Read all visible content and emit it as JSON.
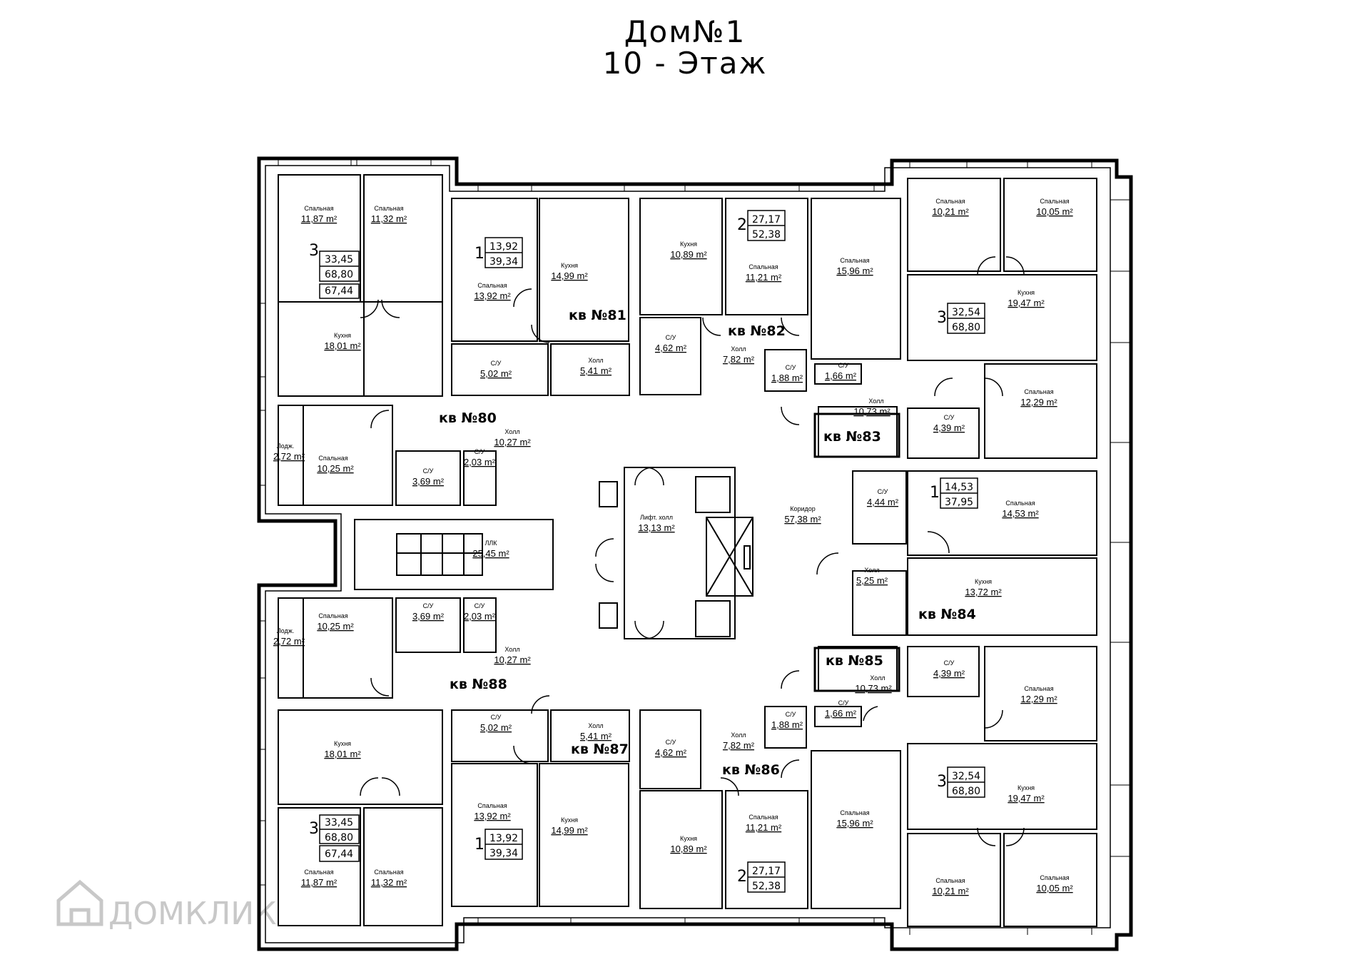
{
  "header": {
    "building": "Дом№1",
    "floor": "10 - Этаж"
  },
  "watermark": "ДОМКЛИК",
  "rooms": {
    "r80a": {
      "name": "Спальная",
      "area": "11,87 m²"
    },
    "r80b": {
      "name": "Спальная",
      "area": "11,32 m²"
    },
    "r80c": {
      "name": "Кухня",
      "area": "18,01 m²"
    },
    "r80d": {
      "name": "Лодж.",
      "area": "2,72 m²"
    },
    "r80e": {
      "name": "Спальная",
      "area": "10,25 m²"
    },
    "r80f": {
      "name": "С/У",
      "area": "3,69 m²"
    },
    "r80g": {
      "name": "С/У",
      "area": "2,03 m²"
    },
    "r80h": {
      "name": "Холл",
      "area": "10,27 m²"
    },
    "r81a": {
      "name": "Спальная",
      "area": "13,92 m²"
    },
    "r81b": {
      "name": "Кухня",
      "area": "14,99 m²"
    },
    "r81c": {
      "name": "С/У",
      "area": "5,02 m²"
    },
    "r81d": {
      "name": "Холл",
      "area": "5,41 m²"
    },
    "r82a": {
      "name": "Кухня",
      "area": "10,89 m²"
    },
    "r82b": {
      "name": "Спальная",
      "area": "11,21 m²"
    },
    "r82c": {
      "name": "Спальная",
      "area": "15,96 m²"
    },
    "r82d": {
      "name": "С/У",
      "area": "4,62 m²"
    },
    "r82e": {
      "name": "Холл",
      "area": "7,82 m²"
    },
    "r82f": {
      "name": "С/У",
      "area": "1,88 m²"
    },
    "r83a": {
      "name": "Спальная",
      "area": "10,21 m²"
    },
    "r83b": {
      "name": "Спальная",
      "area": "10,05 m²"
    },
    "r83c": {
      "name": "Кухня",
      "area": "19,47 m²"
    },
    "r83d": {
      "name": "С/У",
      "area": "1,66 m²"
    },
    "r83e": {
      "name": "Холл",
      "area": "10,73 m²"
    },
    "r83f": {
      "name": "С/У",
      "area": "4,39 m²"
    },
    "r83g": {
      "name": "Спальная",
      "area": "12,29 m²"
    },
    "r84a": {
      "name": "С/У",
      "area": "4,44 m²"
    },
    "r84b": {
      "name": "Спальная",
      "area": "14,53 m²"
    },
    "r84c": {
      "name": "Холл",
      "area": "5,25 m²"
    },
    "r84d": {
      "name": "Кухня",
      "area": "13,72 m²"
    },
    "r85a": {
      "name": "Холл",
      "area": "10,73 m²"
    },
    "r85b": {
      "name": "С/У",
      "area": "1,66 m²"
    },
    "r85c": {
      "name": "С/У",
      "area": "4,39 m²"
    },
    "r85d": {
      "name": "Спальная",
      "area": "12,29 m²"
    },
    "r85e": {
      "name": "Кухня",
      "area": "19,47 m²"
    },
    "r85f": {
      "name": "Спальная",
      "area": "10,21 m²"
    },
    "r85g": {
      "name": "Спальная",
      "area": "10,05 m²"
    },
    "r86a": {
      "name": "С/У",
      "area": "4,62 m²"
    },
    "r86b": {
      "name": "Холл",
      "area": "7,82 m²"
    },
    "r86c": {
      "name": "С/У",
      "area": "1,88 m²"
    },
    "r86d": {
      "name": "Кухня",
      "area": "10,89 m²"
    },
    "r86e": {
      "name": "Спальная",
      "area": "11,21 m²"
    },
    "r86f": {
      "name": "Спальная",
      "area": "15,96 m²"
    },
    "r87a": {
      "name": "С/У",
      "area": "5,02 m²"
    },
    "r87b": {
      "name": "Холл",
      "area": "5,41 m²"
    },
    "r87c": {
      "name": "Спальная",
      "area": "13,92 m²"
    },
    "r87d": {
      "name": "Кухня",
      "area": "14,99 m²"
    },
    "r88a": {
      "name": "Лодж.",
      "area": "2,72 m²"
    },
    "r88b": {
      "name": "Спальная",
      "area": "10,25 m²"
    },
    "r88c": {
      "name": "С/У",
      "area": "3,69 m²"
    },
    "r88d": {
      "name": "С/У",
      "area": "2,03 m²"
    },
    "r88e": {
      "name": "Холл",
      "area": "10,27 m²"
    },
    "r88f": {
      "name": "Кухня",
      "area": "18,01 m²"
    },
    "r88g": {
      "name": "Спальная",
      "area": "11,87 m²"
    },
    "r88h": {
      "name": "Спальная",
      "area": "11,32 m²"
    },
    "lift": {
      "name": "Лифт. холл",
      "area": "13,13 m²"
    },
    "llk": {
      "name": "ЛЛК",
      "area": "25,45 m²"
    },
    "corr": {
      "name": "Коридор",
      "area": "57,38 m²"
    }
  },
  "apartments": {
    "a80": "кв №80",
    "a81": "кв №81",
    "a82": "кв №82",
    "a83": "кв №83",
    "a84": "кв №84",
    "a85": "кв №85",
    "a86": "кв №86",
    "a87": "кв №87",
    "a88": "кв №88"
  },
  "summaries": {
    "s80": {
      "rooms": "3",
      "living": "33,45",
      "total": "68,80",
      "reduced": "67,44"
    },
    "s81": {
      "rooms": "1",
      "living": "13,92",
      "total": "39,34"
    },
    "s82": {
      "rooms": "2",
      "living": "27,17",
      "total": "52,38"
    },
    "s83": {
      "rooms": "3",
      "living": "32,54",
      "total": "68,80"
    },
    "s84": {
      "rooms": "1",
      "living": "14,53",
      "total": "37,95"
    },
    "s85": {
      "rooms": "3",
      "living": "32,54",
      "total": "68,80"
    },
    "s86": {
      "rooms": "2",
      "living": "27,17",
      "total": "52,38"
    },
    "s87": {
      "rooms": "1",
      "living": "13,92",
      "total": "39,34"
    },
    "s88": {
      "rooms": "3",
      "living": "33,45",
      "total": "68,80",
      "reduced": "67,44"
    }
  }
}
